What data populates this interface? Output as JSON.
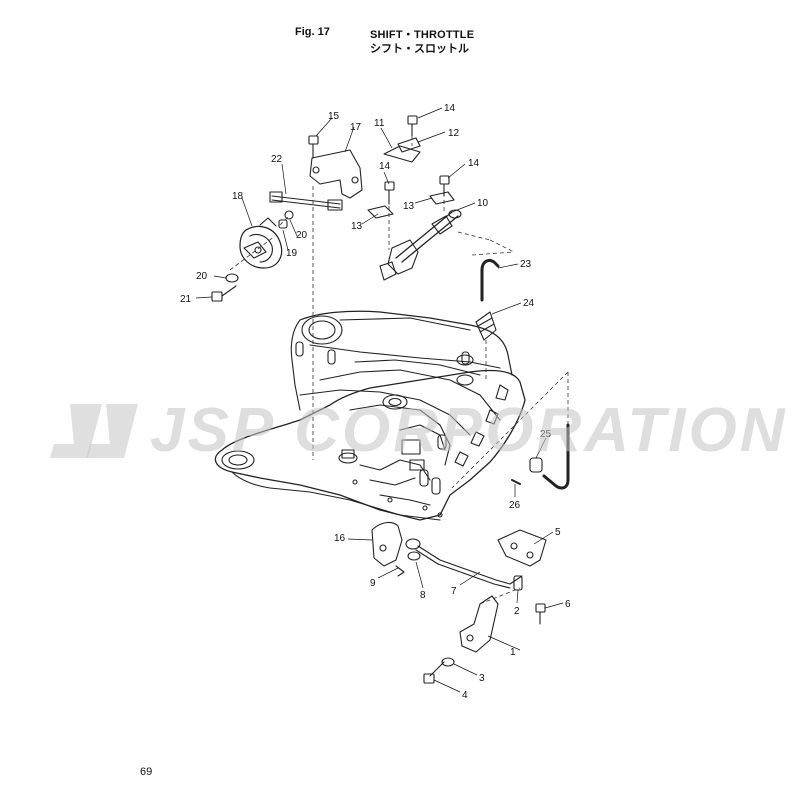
{
  "header": {
    "fig_label": "Fig. 17",
    "title_en": "SHIFT・THROTTLE",
    "title_jp": "シフト・スロットル"
  },
  "watermark": {
    "text": "JSP CORPORATION"
  },
  "footer": {
    "page_number": "69"
  },
  "callouts": [
    {
      "id": "c1",
      "label": "1"
    },
    {
      "id": "c2",
      "label": "2"
    },
    {
      "id": "c3",
      "label": "3"
    },
    {
      "id": "c4",
      "label": "4"
    },
    {
      "id": "c5",
      "label": "5"
    },
    {
      "id": "c6",
      "label": "6"
    },
    {
      "id": "c7",
      "label": "7"
    },
    {
      "id": "c8",
      "label": "8"
    },
    {
      "id": "c9",
      "label": "9"
    },
    {
      "id": "c10",
      "label": "10"
    },
    {
      "id": "c11",
      "label": "11"
    },
    {
      "id": "c12",
      "label": "12"
    },
    {
      "id": "c13a",
      "label": "13"
    },
    {
      "id": "c13b",
      "label": "13"
    },
    {
      "id": "c14a",
      "label": "14"
    },
    {
      "id": "c14b",
      "label": "14"
    },
    {
      "id": "c14c",
      "label": "14"
    },
    {
      "id": "c15",
      "label": "15"
    },
    {
      "id": "c16",
      "label": "16"
    },
    {
      "id": "c17",
      "label": "17"
    },
    {
      "id": "c18",
      "label": "18"
    },
    {
      "id": "c19",
      "label": "19"
    },
    {
      "id": "c20a",
      "label": "20"
    },
    {
      "id": "c20b",
      "label": "20"
    },
    {
      "id": "c21",
      "label": "21"
    },
    {
      "id": "c22",
      "label": "22"
    },
    {
      "id": "c23",
      "label": "23"
    },
    {
      "id": "c24",
      "label": "24"
    },
    {
      "id": "c25",
      "label": "25"
    },
    {
      "id": "c26",
      "label": "26"
    }
  ]
}
